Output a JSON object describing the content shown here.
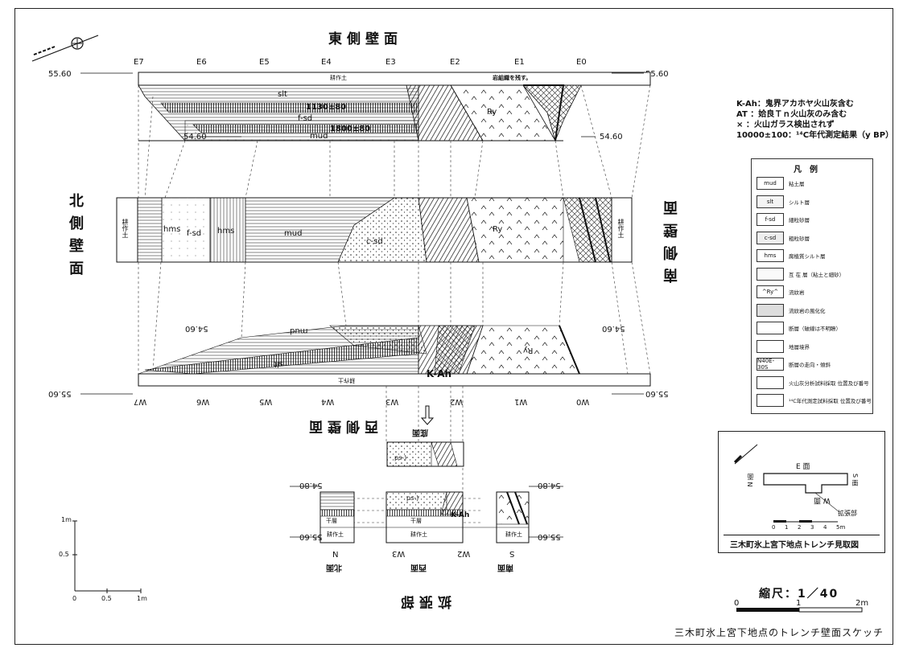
{
  "walls": {
    "east": "東側壁面",
    "north": "北側壁面",
    "south": "南側壁面",
    "west": "西側壁面",
    "bottom": "底面",
    "extension": "拡張部",
    "north_face": "北面",
    "west_face": "西面",
    "south_face": "南面"
  },
  "grid_east": [
    "E7",
    "E6",
    "E5",
    "E4",
    "E3",
    "E2",
    "E1",
    "E0"
  ],
  "grid_west": [
    "W7",
    "W6",
    "W5",
    "W4",
    "W3",
    "W2",
    "W1",
    "W0"
  ],
  "grid_ext": [
    "N",
    "W3",
    "W2",
    "S"
  ],
  "elevations": {
    "top": "55.60",
    "mid": "54.60",
    "ext_top": "54.80",
    "ext_bottom": "55.60"
  },
  "layers": {
    "topsoil": "耕作土",
    "tilled": "耕作土",
    "dry": "干層",
    "stone_note": "岩組織を残す。",
    "slt": "slt",
    "hms": "hms",
    "fsd": "f-sd",
    "csd": "c-sd",
    "mud": "mud",
    "ry": "Ry",
    "psl": "ps-)",
    "kah": "K-Ah",
    "date1": "1130±80",
    "date2": "1800±80"
  },
  "notes": [
    "K-Ah：鬼界アカホヤ火山灰含む",
    "AT ：姶良Ｔｎ火山灰のみ含む",
    "×  ：火山ガラス検出されず",
    "10000±100：¹⁴C年代測定結果（y BP）"
  ],
  "legend": {
    "title": "凡　例",
    "items": [
      {
        "code": "mud",
        "label": "粘土層"
      },
      {
        "code": "slt",
        "label": "シルト層"
      },
      {
        "code": "f-sd",
        "label": "細粒砂層"
      },
      {
        "code": "c-sd",
        "label": "粗粒砂層"
      },
      {
        "code": "hms",
        "label": "腐植質シルト層"
      },
      {
        "code": "",
        "label": "互 在 層（粘土と細砂）"
      },
      {
        "code": "^Ry^",
        "label": "流紋岩"
      },
      {
        "code": "",
        "label": "流紋岩の風化化"
      },
      {
        "code": "",
        "label": "断層（破線は不明瞭）"
      },
      {
        "code": "",
        "label": "地層境界"
      },
      {
        "code": "N40E-30S",
        "label": "断層の走向・傾斜"
      },
      {
        "code": "",
        "label": "火山灰分析試料採取 位置及び番号"
      },
      {
        "code": "",
        "label": "¹⁴C年代測定試料採取 位置及び番号"
      }
    ]
  },
  "inset": {
    "title": "三木町氷上宮下地点トレンチ見取図",
    "e_face": "E 面",
    "w_face": "W 面",
    "n_face": "N 面",
    "s_face": "S 面",
    "ext": "拡張部",
    "scale_ticks": [
      "0",
      "1",
      "2",
      "3",
      "4",
      "5m"
    ]
  },
  "scale": {
    "label": "縮尺：1／40",
    "ticks": [
      "0",
      "1",
      "2m"
    ],
    "small_ticks": [
      "0",
      "0.5",
      "1m"
    ],
    "small_y": [
      "1m",
      "0.5"
    ]
  },
  "caption": "三木町氷上宮下地点のトレンチ壁面スケッチ"
}
